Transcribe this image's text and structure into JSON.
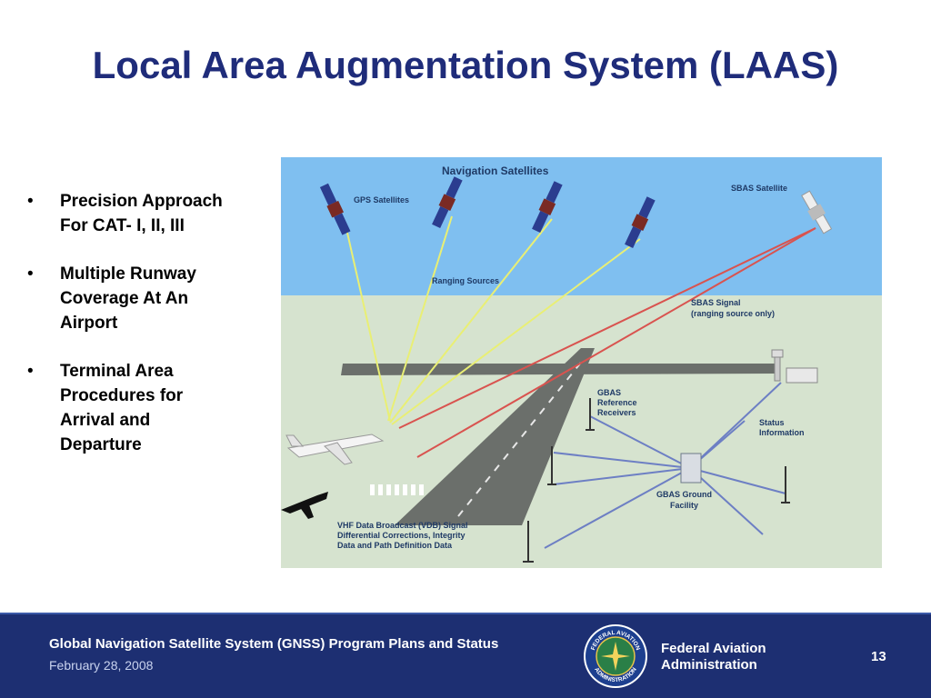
{
  "slide": {
    "title": "Local Area Augmentation System (LAAS)",
    "bullets": [
      {
        "line1": "Precision Approach",
        "line2": "For CAT- I, II, III",
        "line3": "",
        "line4": ""
      },
      {
        "line1": "Multiple Runway",
        "line2": "Coverage At An",
        "line3": "Airport",
        "line4": ""
      },
      {
        "line1": "Terminal Area",
        "line2": "Procedures for",
        "line3": "Arrival and",
        "line4": "Departure"
      }
    ]
  },
  "diagram": {
    "navigation_satellites": "Navigation Satellites",
    "gps_satellites": "GPS Satellites",
    "sbas_satellite": "SBAS Satellite",
    "ranging_sources": "Ranging Sources",
    "sbas_signal_1": "SBAS Signal",
    "sbas_signal_2": "(ranging source only)",
    "gbas_ref_1": "GBAS",
    "gbas_ref_2": "Reference",
    "gbas_ref_3": "Receivers",
    "status_1": "Status",
    "status_2": "Information",
    "gbas_ground_1": "GBAS Ground",
    "gbas_ground_2": "Facility",
    "vdb_1": "VHF Data Broadcast (VDB) Signal",
    "vdb_2": "Differential Corrections, Integrity",
    "vdb_3": "Data and Path Definition Data",
    "colors": {
      "sky": "#7fbff0",
      "ground": "#d6e3cf",
      "runway": "#6b6f6b",
      "ranging": "#e9ef74",
      "sbas_signal": "#d9534f",
      "vdb": "#6d7fc4"
    }
  },
  "footer": {
    "program": "Global Navigation Satellite System (GNSS) Program Plans and Status",
    "date": "February 28, 2008",
    "agency_1": "Federal Aviation",
    "agency_2": "Administration",
    "seal_top": "FEDERAL AVIATION",
    "seal_bottom": "ADMINISTRATION",
    "page": "13",
    "colors": {
      "band": "#1d2f72"
    }
  }
}
